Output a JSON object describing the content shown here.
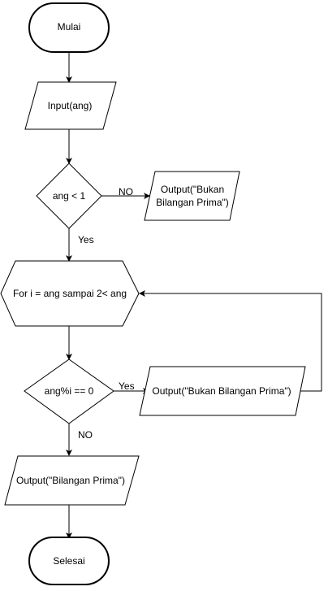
{
  "nodes": {
    "start": "Mulai",
    "input": "Input(ang)",
    "decision1": "ang < 1",
    "output_not_prime_1": {
      "line1": "Output(\"Bukan",
      "line2": "Bilangan Prima\")"
    },
    "loop": "For i = ang sampai 2< ang",
    "decision2": "ang%i == 0",
    "output_not_prime_2": "Output(\"Bukan Bilangan Prima\")",
    "output_prime": "Output(\"Bilangan Prima\")",
    "end": "Selesai"
  },
  "edge_labels": {
    "d1_no": "NO",
    "d1_yes": "Yes",
    "d2_yes": "Yes",
    "d2_no": "NO"
  },
  "colors": {
    "stroke": "#000000",
    "fill": "#ffffff",
    "text": "#000000"
  }
}
